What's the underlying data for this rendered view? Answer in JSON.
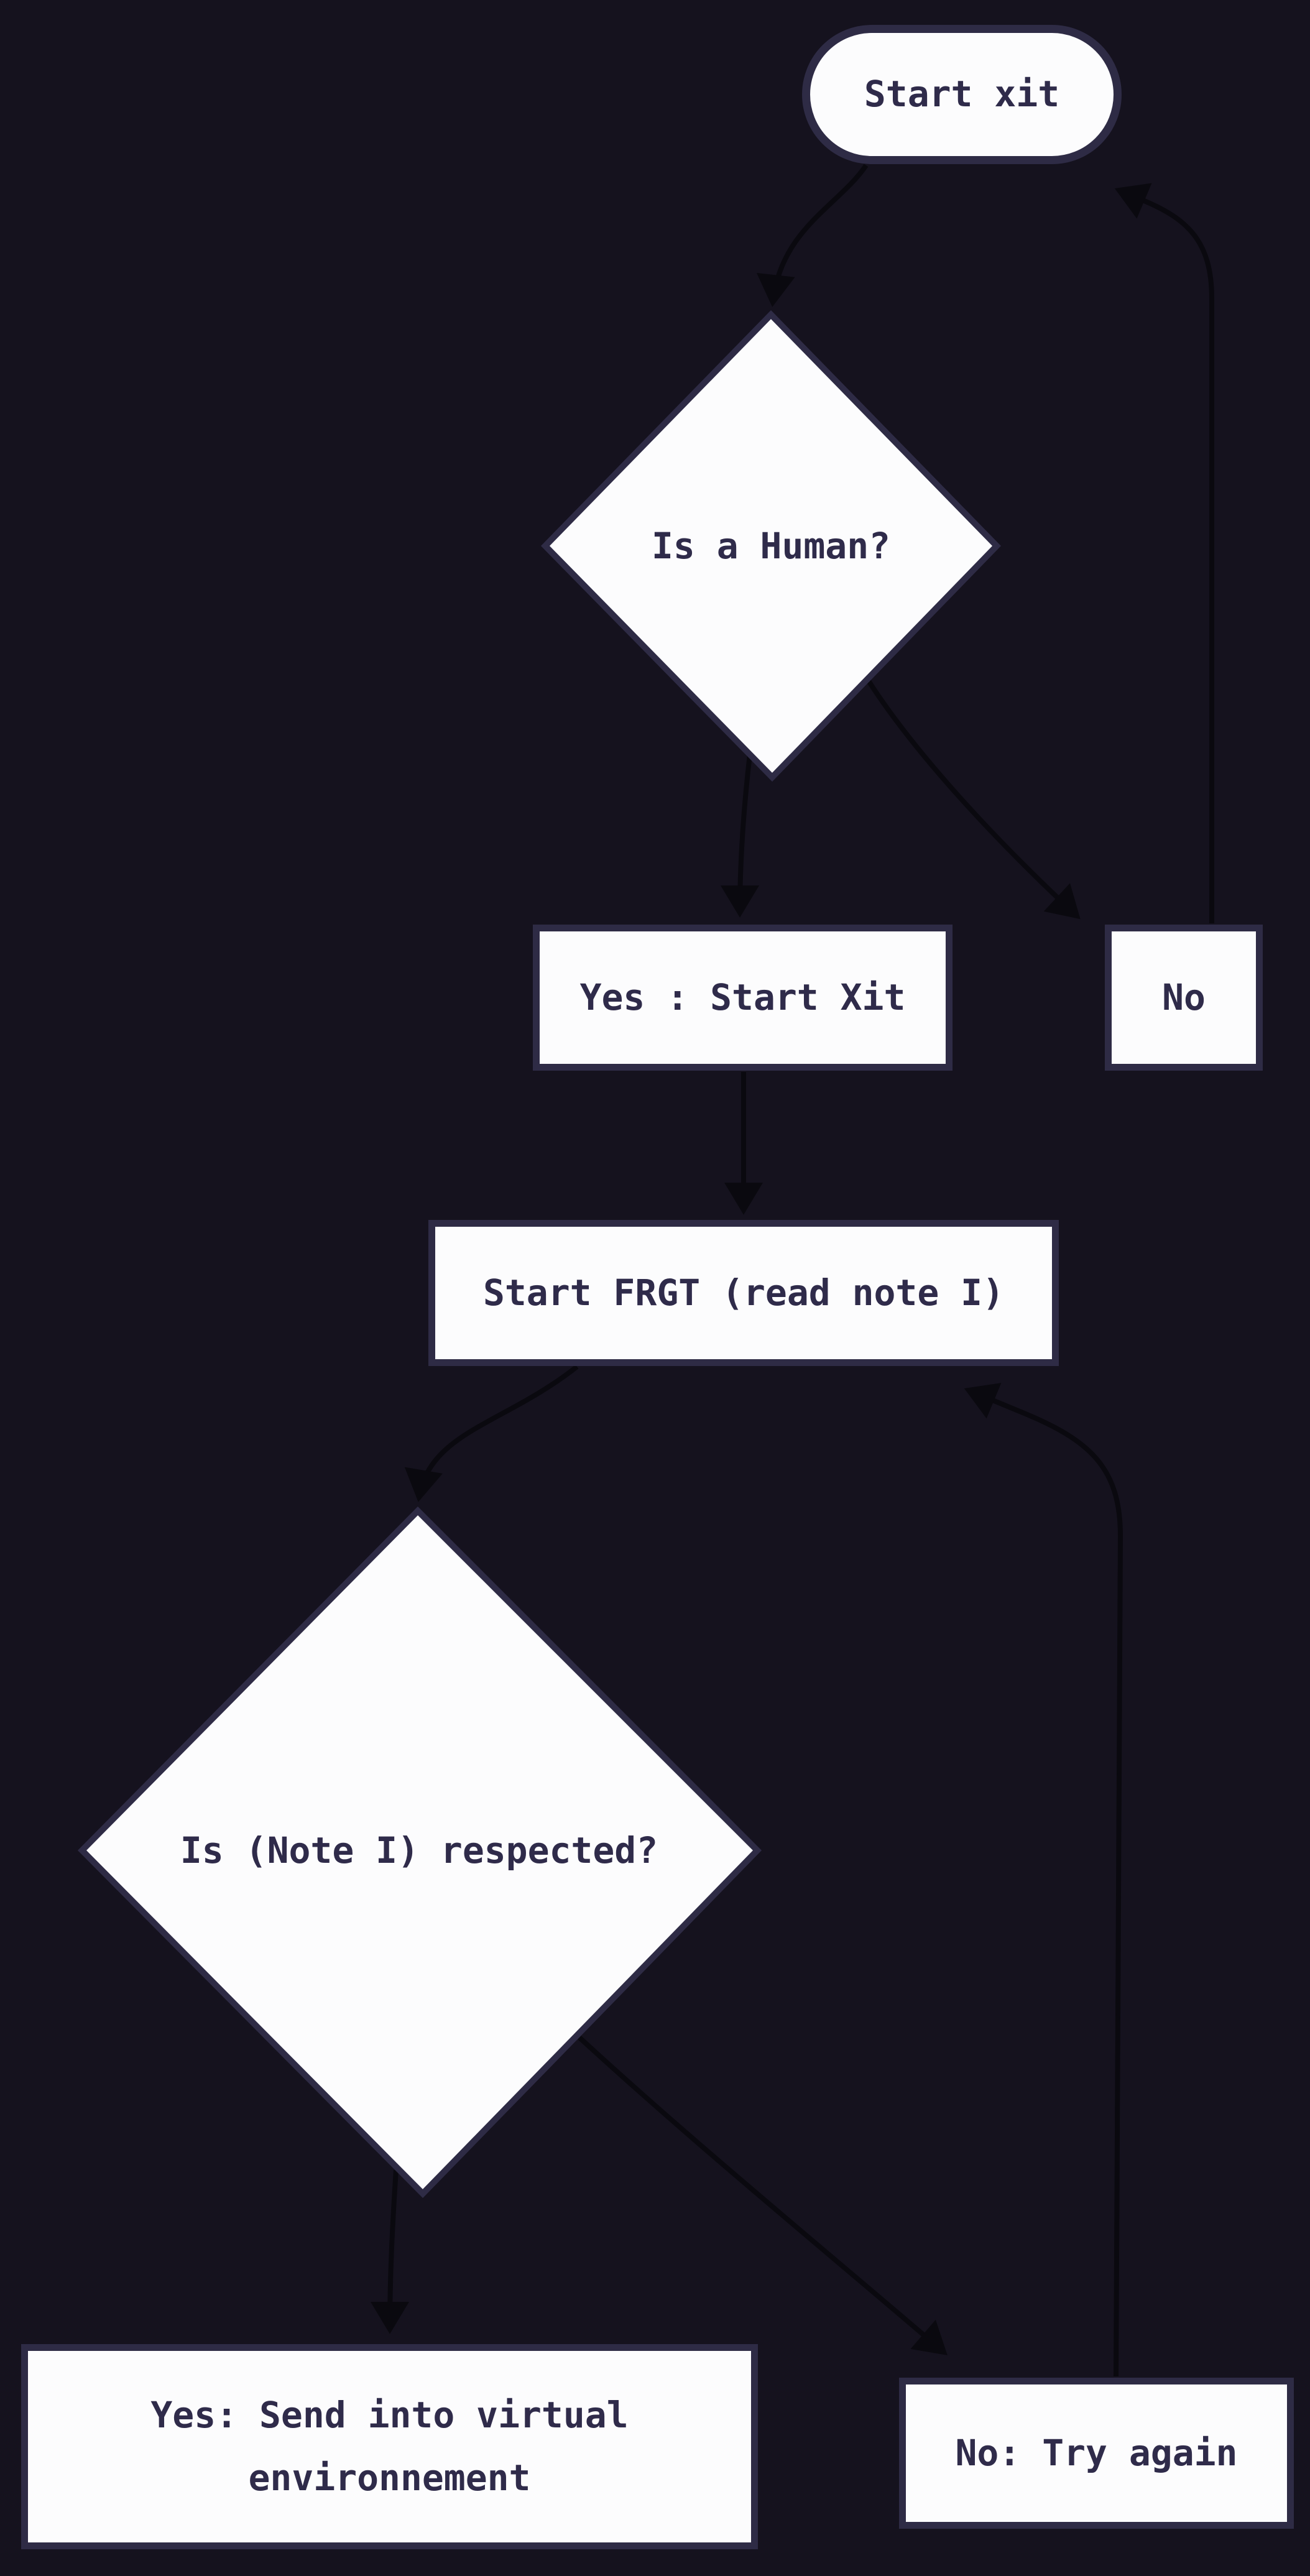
{
  "diagram": {
    "type": "flowchart",
    "direction": "top-down",
    "colors": {
      "background": "#15121e",
      "node_fill": "#fcfcfd",
      "node_border": "#2e2b45",
      "text": "#2f2b4a",
      "edge": "#0a090f"
    },
    "nodes": [
      {
        "id": "start",
        "shape": "stadium",
        "label": "Start xit"
      },
      {
        "id": "is_human",
        "shape": "diamond",
        "label": "Is a Human?"
      },
      {
        "id": "yes_start_xit",
        "shape": "rect",
        "label": "Yes : Start Xit"
      },
      {
        "id": "no",
        "shape": "rect",
        "label": "No"
      },
      {
        "id": "start_frgt",
        "shape": "rect",
        "label": "Start FRGT (read note I)"
      },
      {
        "id": "note_respected",
        "shape": "diamond",
        "label": "Is (Note I) respected?"
      },
      {
        "id": "yes_send_virtual",
        "shape": "rect",
        "label": "Yes: Send into virtual environnement"
      },
      {
        "id": "no_try_again",
        "shape": "rect",
        "label": "No: Try again"
      }
    ],
    "edges": [
      {
        "from": "start",
        "to": "is_human"
      },
      {
        "from": "is_human",
        "to": "yes_start_xit"
      },
      {
        "from": "is_human",
        "to": "no"
      },
      {
        "from": "no",
        "to": "start"
      },
      {
        "from": "yes_start_xit",
        "to": "start_frgt"
      },
      {
        "from": "start_frgt",
        "to": "note_respected"
      },
      {
        "from": "note_respected",
        "to": "yes_send_virtual"
      },
      {
        "from": "note_respected",
        "to": "no_try_again"
      },
      {
        "from": "no_try_again",
        "to": "start_frgt"
      }
    ]
  }
}
